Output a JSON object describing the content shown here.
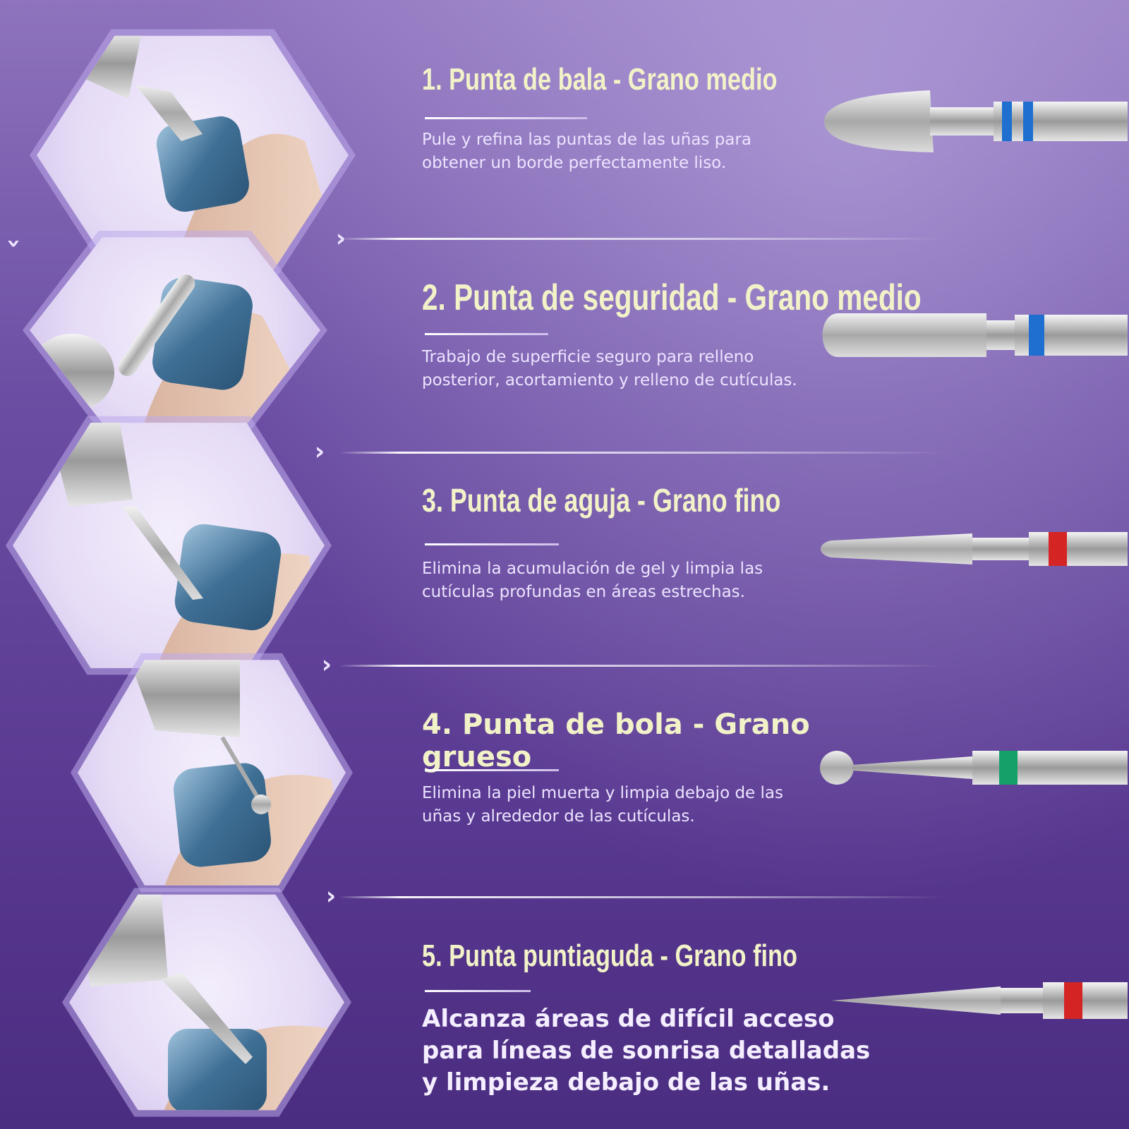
{
  "items": [
    {
      "title": "1. Punta de bala - Grano medio",
      "description": "Pule y refina las puntas de las uñas para obtener un borde perfectamente liso.",
      "band_color": "#1e6fd0"
    },
    {
      "title": "2. Punta de seguridad - Grano medio",
      "description": "Trabajo de superficie seguro para relleno posterior, acortamiento y relleno de cutículas.",
      "band_color": "#1e6fd0"
    },
    {
      "title": "3. Punta de aguja - Grano fino",
      "description": "Elimina la acumulación de gel y limpia las cutículas profundas en áreas estrechas.",
      "band_color": "#d42424"
    },
    {
      "title_line1": "4. Punta de bola - Grano",
      "title_line2": "grueso",
      "description": "Elimina la piel muerta y limpia debajo de las uñas y alrededor de las cutículas.",
      "band_color": "#15a06a"
    },
    {
      "title": "5. Punta puntiaguda - Grano fino",
      "description_lines": [
        "Alcanza áreas de difícil acceso",
        "para líneas de sonrisa detalladas",
        "y limpieza debajo de las uñas."
      ],
      "band_color": "#d42424"
    }
  ],
  "icons": {
    "chevron": "double-chevron-right",
    "scroll_hint": "double-chevron-down"
  }
}
